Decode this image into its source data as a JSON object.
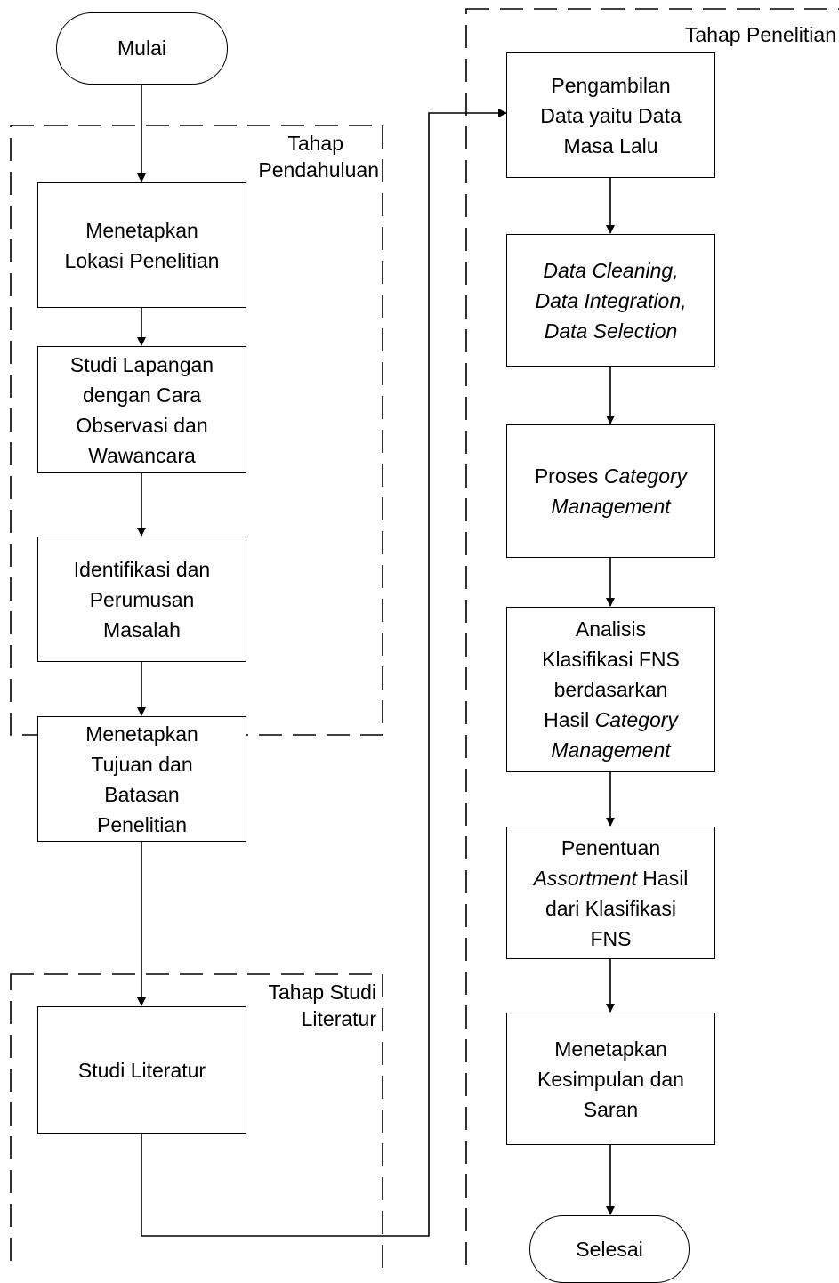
{
  "start": "Mulai",
  "end": "Selesai",
  "groups": {
    "pendahuluan": [
      "Tahap",
      "Pendahuluan"
    ],
    "studi": [
      "Tahap Studi",
      "Literatur"
    ],
    "penelitian": "Tahap Penelitian"
  },
  "left_steps": {
    "lokasi": [
      "Menetapkan",
      "Lokasi Penelitian"
    ],
    "lapangan": [
      "Studi Lapangan",
      "dengan Cara",
      "Observasi dan",
      "Wawancara"
    ],
    "identifikasi": [
      "Identifikasi dan",
      "Perumusan",
      "Masalah"
    ],
    "tujuan": [
      "Menetapkan",
      "Tujuan dan",
      "Batasan",
      "Penelitian"
    ],
    "literatur": "Studi Literatur"
  },
  "right_steps": {
    "pengambilan": [
      "Pengambilan",
      "Data yaitu Data",
      "Masa Lalu"
    ],
    "cleaning": [
      "Data Cleaning,",
      "Data Integration,",
      "Data Selection"
    ],
    "proses": {
      "plain": "Proses ",
      "italic1": "Category",
      "italic2": "Management"
    },
    "analisis": {
      "l1": "Analisis",
      "l2": "Klasifikasi FNS",
      "l3": "berdasarkan",
      "l4_plain": "Hasil ",
      "l4_italic": "Category",
      "l5_italic": "Management"
    },
    "penentuan": {
      "l1": "Penentuan",
      "l2_italic": "Assortment",
      "l2_plain": " Hasil",
      "l3": "dari Klasifikasi",
      "l4": "FNS"
    },
    "kesimpulan": [
      "Menetapkan",
      "Kesimpulan dan",
      "Saran"
    ]
  }
}
